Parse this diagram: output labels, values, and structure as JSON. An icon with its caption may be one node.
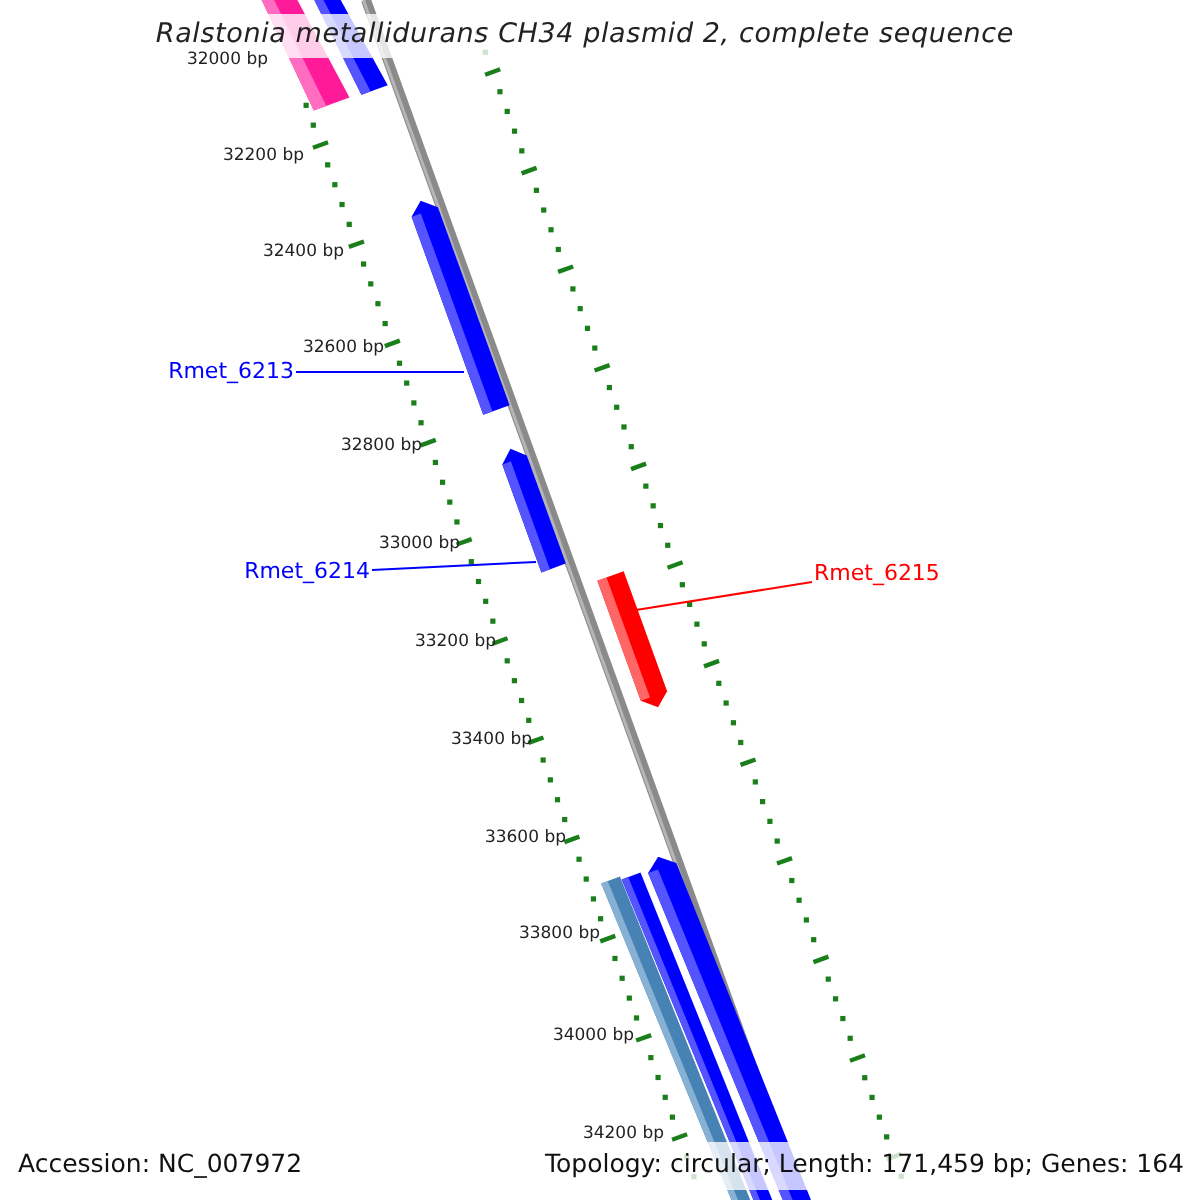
{
  "diagram": {
    "title": "Ralstonia metallidurans CH34 plasmid 2, complete sequence",
    "nodes": [
      {
        "text": [
          "Rmet_6213"
        ]
      },
      {
        "text": [
          "Rmet_6214"
        ]
      },
      {
        "text": [
          "Rmet_6215"
        ]
      }
    ],
    "edges": [
      {
        "from": 0,
        "to": null,
        "arrow": "none",
        "color": "#0000ff"
      },
      {
        "from": 1,
        "to": null,
        "arrow": "none",
        "color": "#0000ff"
      },
      {
        "from": 2,
        "to": null,
        "arrow": "none",
        "color": "#ff0000"
      }
    ],
    "labels": [
      "32000 bp",
      "32200 bp",
      "32400 bp",
      "32600 bp",
      "32800 bp",
      "33000 bp",
      "33200 bp",
      "33400 bp",
      "33600 bp",
      "33800 bp",
      "34000 bp",
      "34200 bp",
      "Accession: NC_007972",
      "Topology: circular; Length: 171,459 bp; Genes: 164"
    ]
  }
}
